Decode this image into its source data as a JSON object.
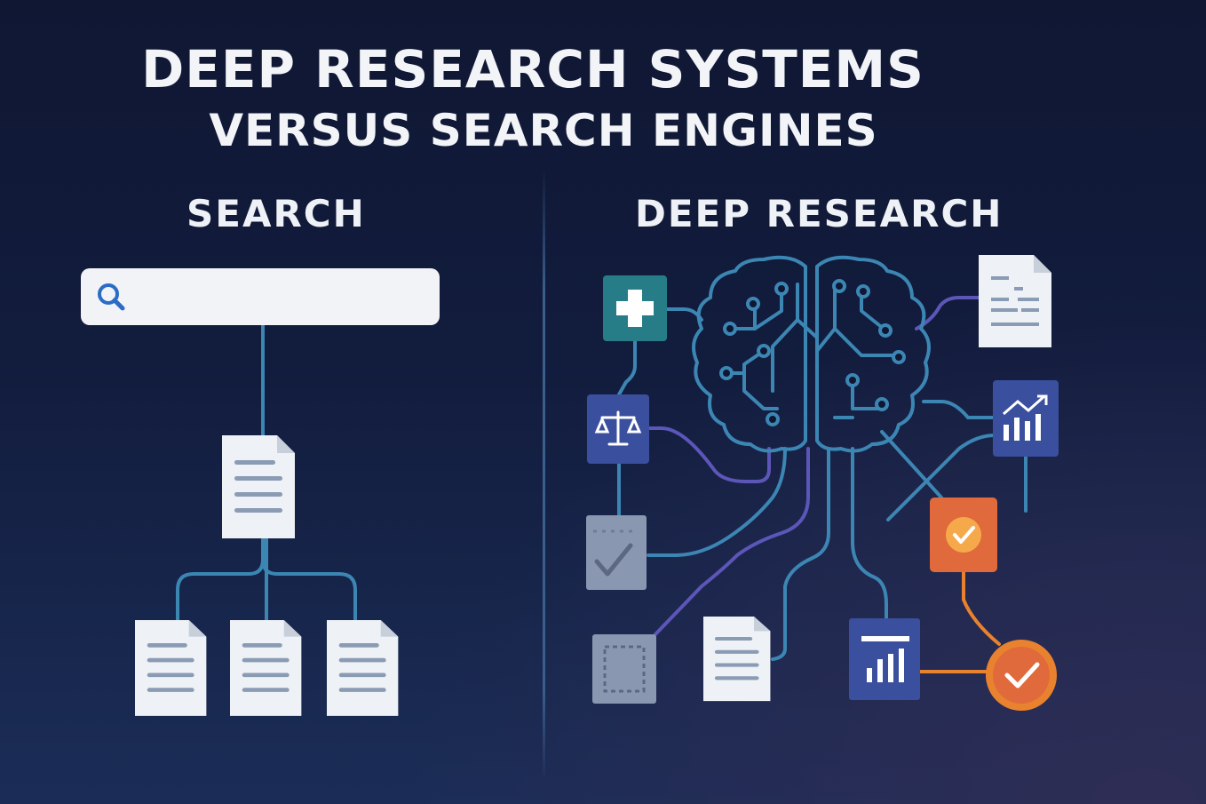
{
  "title": {
    "line1": "DEEP RESEARCH SYSTEMS",
    "line2": "VERSUS SEARCH ENGINES"
  },
  "search_panel": {
    "heading": "SEARCH",
    "search_input": {
      "value": "",
      "placeholder": ""
    },
    "icon": "search-icon"
  },
  "deep_research_panel": {
    "heading": "DEEP RESEARCH",
    "center_icon": "brain-circuit-icon",
    "nodes": [
      "medical-cross-icon",
      "scales-of-justice-icon",
      "checklist-icon",
      "blank-placeholder-icon",
      "document-icon",
      "bar-chart-icon",
      "approval-check-icon",
      "checkmark-badge-icon",
      "growth-chart-icon",
      "data-document-icon"
    ]
  },
  "colors": {
    "background_top": "#0f1733",
    "background_bottom": "#1b2d57",
    "line_blue": "#3c86b4",
    "line_purple": "#5c56b8",
    "line_orange": "#e9822f",
    "teal_tile": "#267d87",
    "indigo_tile": "#3a4f9e",
    "orange_tile": "#e06a3b",
    "gray_tile": "#8a97b0",
    "paper": "#eef1f5"
  }
}
